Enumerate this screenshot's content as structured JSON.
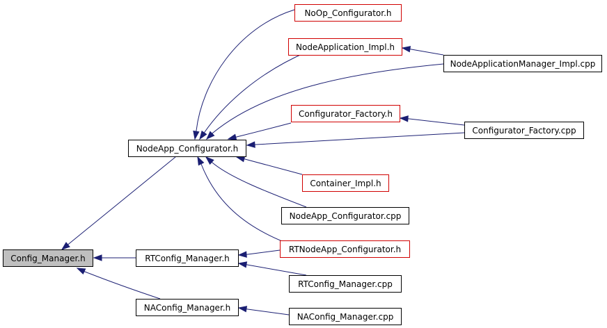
{
  "colors": {
    "edge": "#1b1f73",
    "border_normal": "#000000",
    "border_truncated": "#d00000",
    "current_fill": "#bfbfbf"
  },
  "nodes": [
    {
      "id": "config_manager_h",
      "label": "Config_Manager.h",
      "style": "current"
    },
    {
      "id": "nodeapp_configurator_h",
      "label": "NodeApp_Configurator.h",
      "style": "normal"
    },
    {
      "id": "rtconfig_manager_h",
      "label": "RTConfig_Manager.h",
      "style": "normal"
    },
    {
      "id": "naconfig_manager_h",
      "label": "NAConfig_Manager.h",
      "style": "normal"
    },
    {
      "id": "noop_configurator_h",
      "label": "NoOp_Configurator.h",
      "style": "truncated"
    },
    {
      "id": "nodeapplication_impl_h",
      "label": "NodeApplication_Impl.h",
      "style": "truncated"
    },
    {
      "id": "nodeapplicationmanager_impl_cpp",
      "label": "NodeApplicationManager_Impl.cpp",
      "style": "normal"
    },
    {
      "id": "configurator_factory_h",
      "label": "Configurator_Factory.h",
      "style": "truncated"
    },
    {
      "id": "configurator_factory_cpp",
      "label": "Configurator_Factory.cpp",
      "style": "normal"
    },
    {
      "id": "container_impl_h",
      "label": "Container_Impl.h",
      "style": "truncated"
    },
    {
      "id": "nodeapp_configurator_cpp",
      "label": "NodeApp_Configurator.cpp",
      "style": "normal"
    },
    {
      "id": "rtnodeapp_configurator_h",
      "label": "RTNodeApp_Configurator.h",
      "style": "truncated"
    },
    {
      "id": "rtconfig_manager_cpp",
      "label": "RTConfig_Manager.cpp",
      "style": "normal"
    },
    {
      "id": "naconfig_manager_cpp",
      "label": "NAConfig_Manager.cpp",
      "style": "normal"
    }
  ],
  "edges": [
    {
      "from": "nodeapp_configurator_h",
      "to": "config_manager_h"
    },
    {
      "from": "rtconfig_manager_h",
      "to": "config_manager_h"
    },
    {
      "from": "naconfig_manager_h",
      "to": "config_manager_h"
    },
    {
      "from": "noop_configurator_h",
      "to": "nodeapp_configurator_h"
    },
    {
      "from": "nodeapplication_impl_h",
      "to": "nodeapp_configurator_h"
    },
    {
      "from": "nodeapplicationmanager_impl_cpp",
      "to": "nodeapp_configurator_h"
    },
    {
      "from": "configurator_factory_h",
      "to": "nodeapp_configurator_h"
    },
    {
      "from": "configurator_factory_cpp",
      "to": "nodeapp_configurator_h"
    },
    {
      "from": "container_impl_h",
      "to": "nodeapp_configurator_h"
    },
    {
      "from": "nodeapp_configurator_cpp",
      "to": "nodeapp_configurator_h"
    },
    {
      "from": "rtnodeapp_configurator_h",
      "to": "nodeapp_configurator_h"
    },
    {
      "from": "nodeapplicationmanager_impl_cpp",
      "to": "nodeapplication_impl_h"
    },
    {
      "from": "configurator_factory_cpp",
      "to": "configurator_factory_h"
    },
    {
      "from": "rtnodeapp_configurator_h",
      "to": "rtconfig_manager_h"
    },
    {
      "from": "rtconfig_manager_cpp",
      "to": "rtconfig_manager_h"
    },
    {
      "from": "naconfig_manager_cpp",
      "to": "naconfig_manager_h"
    }
  ]
}
